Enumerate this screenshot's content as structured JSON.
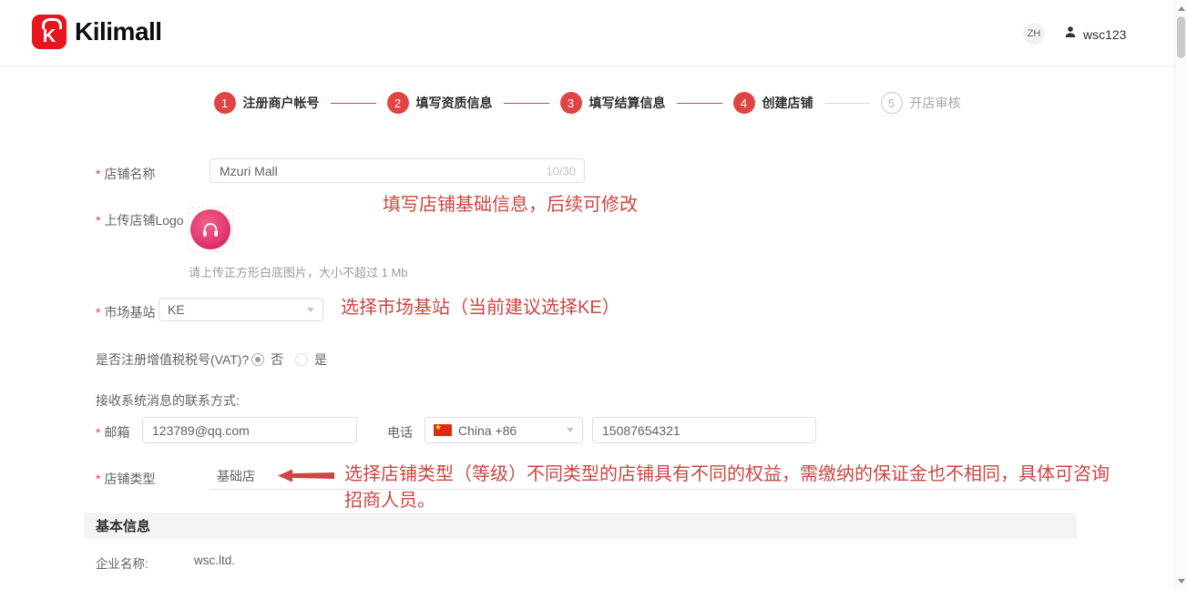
{
  "header": {
    "brand": "Kilimall",
    "logo_letter": "K",
    "lang_badge": "ZH",
    "username": "wsc123"
  },
  "stepper": {
    "steps": [
      {
        "num": "1",
        "label": "注册商户帐号"
      },
      {
        "num": "2",
        "label": "填写资质信息"
      },
      {
        "num": "3",
        "label": "填写结算信息"
      },
      {
        "num": "4",
        "label": "创建店铺"
      },
      {
        "num": "5",
        "label": "开店审核"
      }
    ]
  },
  "form": {
    "required_mark": "*",
    "store_name": {
      "label": "店铺名称",
      "value": "Mzuri Mall",
      "counter": "10/30"
    },
    "logo": {
      "label": "上传店铺Logo",
      "hint": "请上传正方形白底图片，大小不超过 1 Mb"
    },
    "annotation_basic": "填写店铺基础信息，后续可修改",
    "market": {
      "label": "市场基站",
      "value": "KE",
      "annotation": "选择市场基站（当前建议选择KE）"
    },
    "vat": {
      "label": "是否注册增值税税号(VAT)?",
      "option_no": "否",
      "option_yes": "是",
      "selected": "否"
    },
    "contact_heading": "接收系统消息的联系方式:",
    "email": {
      "label": "邮箱",
      "value": "123789@qq.com"
    },
    "phone": {
      "label": "电话",
      "country": "China +86",
      "value": "15087654321"
    },
    "store_type": {
      "label": "店铺类型",
      "value": "基础店",
      "annotation_line1": "选择店铺类型（等级）不同类型的店铺具有不同的权益，需缴纳的保证金也不相同，具体可咨询",
      "annotation_line2": "招商人员。"
    },
    "basic_info": {
      "heading": "基本信息",
      "company_label": "企业名称:",
      "company_value": "wsc.ltd."
    }
  }
}
